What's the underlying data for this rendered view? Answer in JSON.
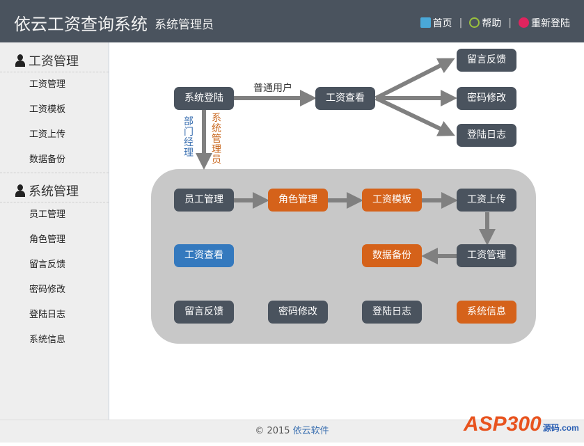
{
  "header": {
    "title": "依云工资查询系统",
    "role": "系统管理员",
    "links": [
      {
        "label": "首页",
        "icon": "home-icon"
      },
      {
        "label": "帮助",
        "icon": "help-icon"
      },
      {
        "label": "重新登陆",
        "icon": "relogin-icon"
      }
    ]
  },
  "sidebar": {
    "sections": [
      {
        "label": "工资管理",
        "items": [
          "工资管理",
          "工资模板",
          "工资上传",
          "数据备份"
        ]
      },
      {
        "label": "系统管理",
        "items": [
          "员工管理",
          "角色管理",
          "留言反馈",
          "密码修改",
          "登陆日志",
          "系统信息"
        ]
      }
    ]
  },
  "diagram": {
    "login": "系统登陆",
    "normal_user_label": "普通用户",
    "view": "工资查看",
    "top_right": [
      "留言反馈",
      "密码修改",
      "登陆日志"
    ],
    "dept_manager_label": "部门经理",
    "admin_label": "系统管理员",
    "row1": [
      "员工管理",
      "角色管理",
      "工资模板",
      "工资上传"
    ],
    "row2": [
      "工资查看",
      "数据备份",
      "工资管理"
    ],
    "row3": [
      "留言反馈",
      "密码修改",
      "登陆日志",
      "系统信息"
    ],
    "colors": {
      "dark": "#4a535e",
      "orange": "#d5621a",
      "blue": "#3479be"
    }
  },
  "footer": {
    "copyright": "© 2015",
    "company": "依云软件",
    "logo_text": "ASP300",
    "logo_suffix": "源码.com"
  }
}
